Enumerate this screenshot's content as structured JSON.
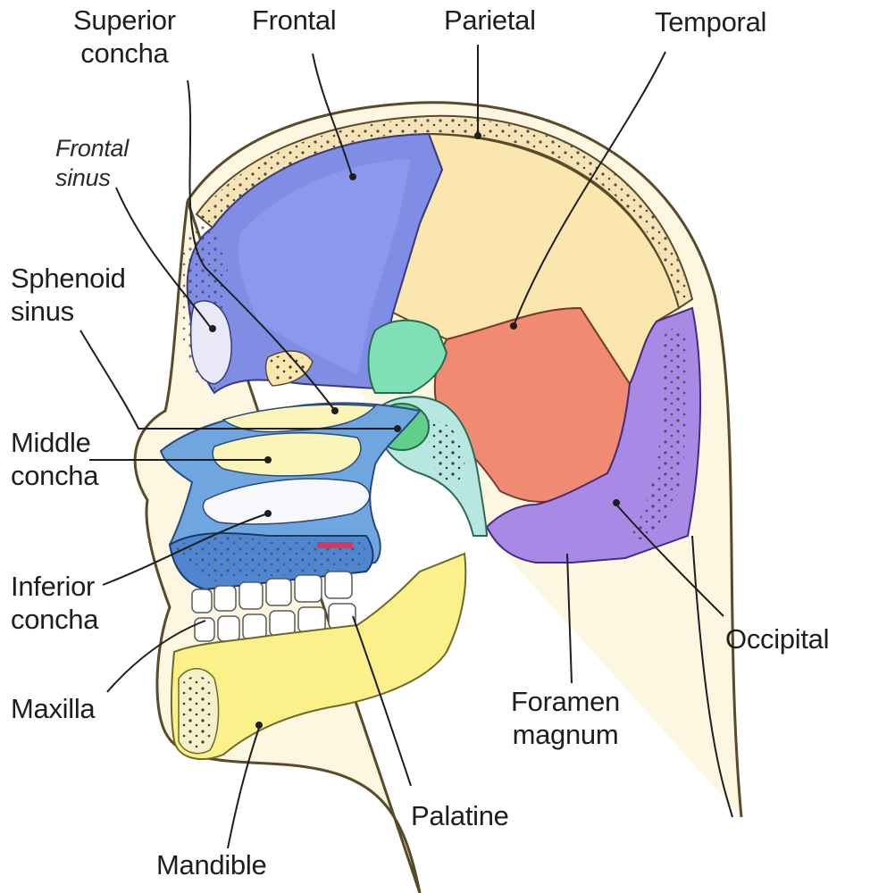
{
  "labels": {
    "superior_concha": [
      "Superior",
      "concha"
    ],
    "frontal": "Frontal",
    "parietal": "Parietal",
    "temporal": "Temporal",
    "frontal_sinus": [
      "Frontal",
      "sinus"
    ],
    "sphenoid_sinus": [
      "Sphenoid",
      "sinus"
    ],
    "middle_concha": [
      "Middle",
      "concha"
    ],
    "inferior_concha": [
      "Inferior",
      "concha"
    ],
    "maxilla": "Maxilla",
    "occipital": "Occipital",
    "foramen_magnum": [
      "Foramen",
      "magnum"
    ],
    "palatine": "Palatine",
    "mandible": "Mandible"
  },
  "colors": {
    "frontal_bone": "#7f8ee4",
    "parietal_bone": "#fbe7ad",
    "temporal_bone": "#f08a72",
    "occipital_bone": "#a88ae6",
    "sphenoid_bone": "#7fe0b8",
    "maxilla_bone": "#6fa6e0",
    "mandible_bone": "#fbf08a",
    "skull_outline": "#4a3a20",
    "skin": "#fdf6e0"
  }
}
